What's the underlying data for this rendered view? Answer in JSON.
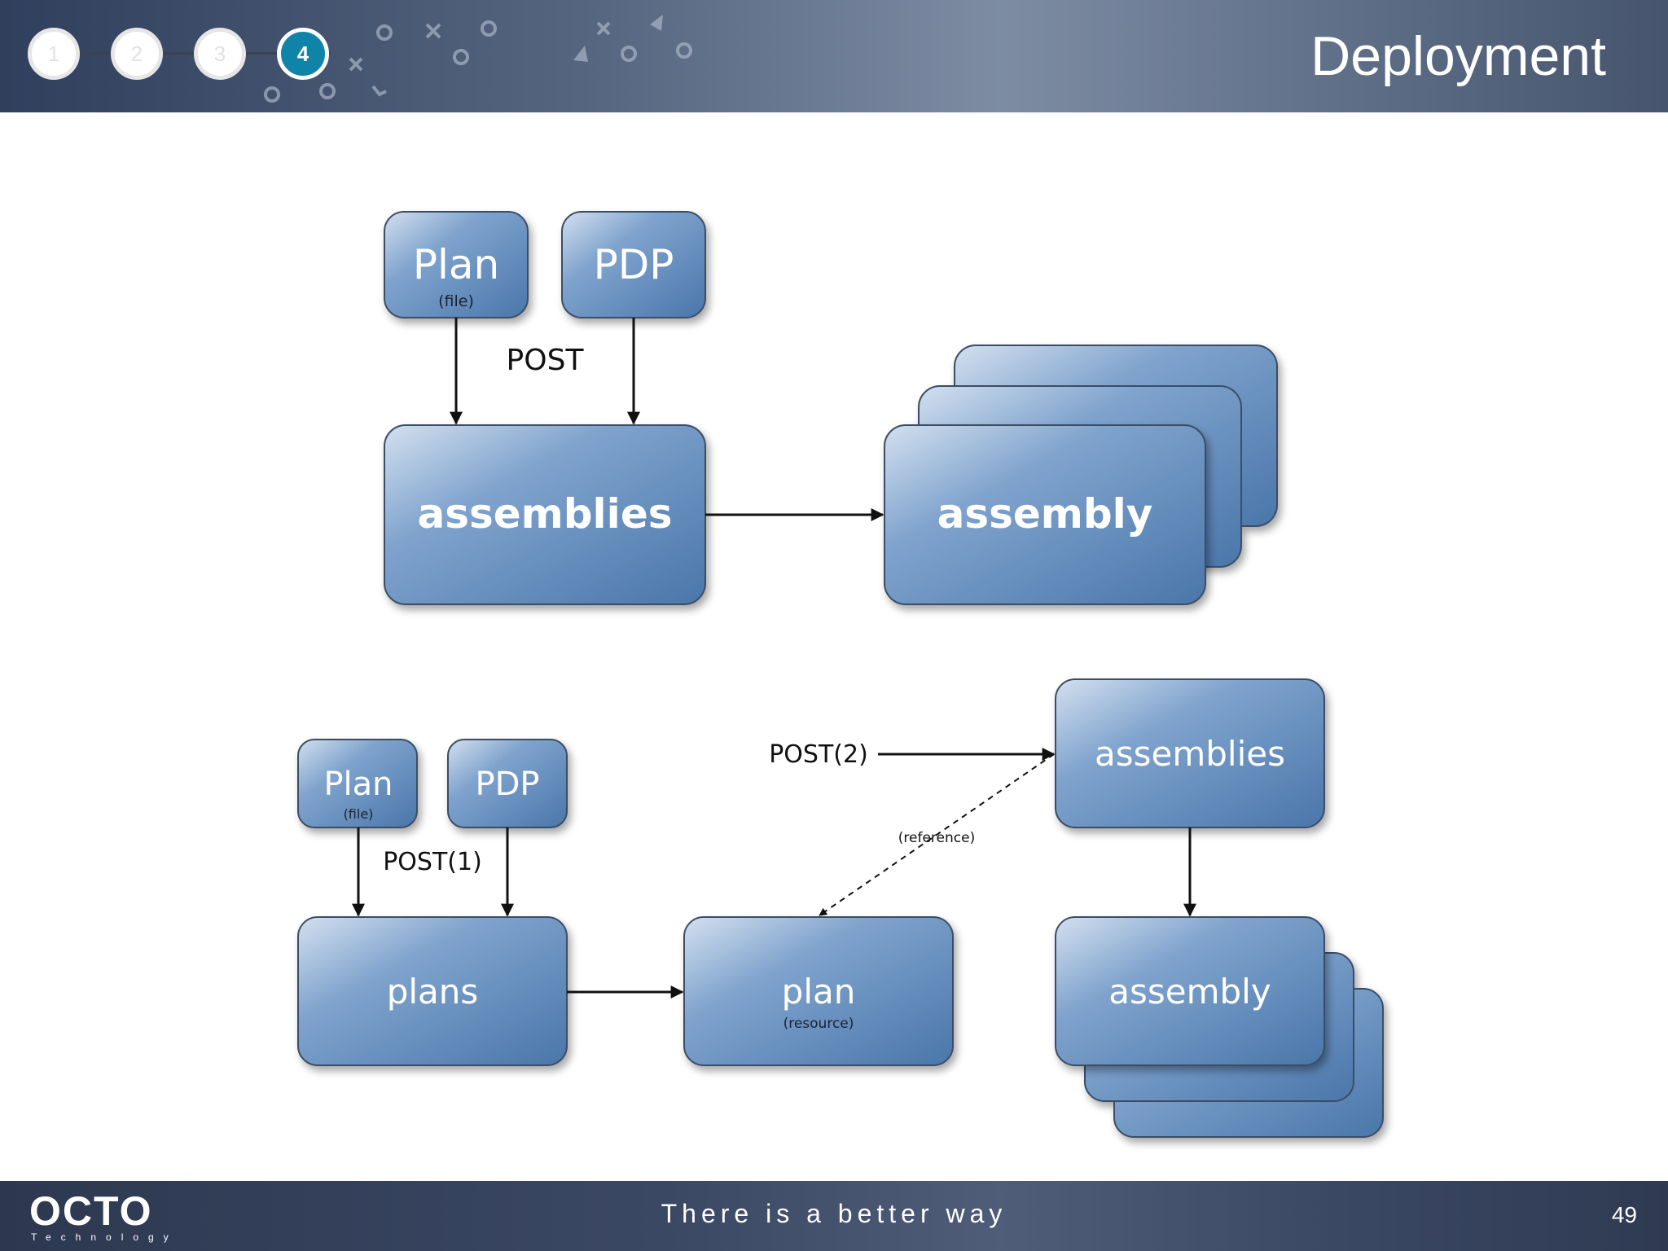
{
  "header": {
    "title": "Deployment",
    "steps": [
      {
        "label": "1",
        "active": false
      },
      {
        "label": "2",
        "active": false
      },
      {
        "label": "3",
        "active": false
      },
      {
        "label": "4",
        "active": true
      }
    ]
  },
  "diagram_top": {
    "plan_box": {
      "label": "Plan",
      "sublabel": "(file)"
    },
    "pdp_box": {
      "label": "PDP"
    },
    "post_label": "POST",
    "assemblies_box": {
      "label": "assemblies"
    },
    "assembly_stack": {
      "label": "assembly"
    }
  },
  "diagram_bottom": {
    "plan_box": {
      "label": "Plan",
      "sublabel": "(file)"
    },
    "pdp_box": {
      "label": "PDP"
    },
    "post1_label": "POST(1)",
    "plans_box": {
      "label": "plans"
    },
    "plan_resource_box": {
      "label": "plan",
      "sublabel": "(resource)"
    },
    "post2_label": "POST(2)",
    "reference_label": "(reference)",
    "assemblies_box": {
      "label": "assemblies"
    },
    "assembly_stack": {
      "label": "assembly"
    }
  },
  "colors": {
    "box_light": "#c9d8ea",
    "box_mid": "#7fa3cd",
    "box_dark": "#4d78ac",
    "box_border": "#3a4d66",
    "header_bg": "#4f5f7a",
    "active_step": "#0f84a8"
  },
  "footer": {
    "logo": "OCTO",
    "logo_sub": "Technology",
    "tagline": "There is a better way",
    "page_number": "49"
  }
}
